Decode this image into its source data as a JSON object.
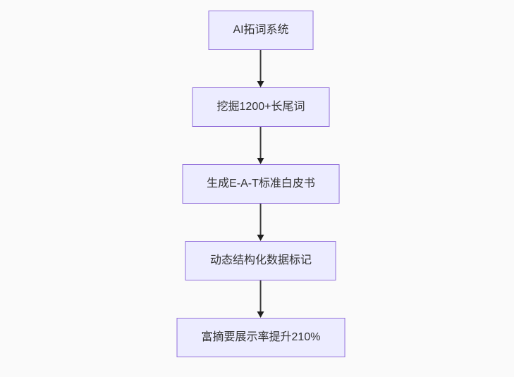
{
  "page": {
    "background_color": "#fafafa"
  },
  "diagram": {
    "type": "flowchart-top-down",
    "colors": {
      "node_fill": "#ECECFF",
      "node_border": "#9370DB",
      "node_text": "#333333",
      "arrow_line": "#3b3b3b",
      "arrow_head": "#1f1f1f"
    },
    "nodes": [
      {
        "label": "AI拓词系统"
      },
      {
        "label": "挖掘1200+长尾词"
      },
      {
        "label": "生成E-A-T标准白皮书"
      },
      {
        "label": "动态结构化数据标记"
      },
      {
        "label": "富摘要展示率提升210%"
      }
    ],
    "edges": [
      {
        "from": 0,
        "to": 1,
        "style": "arrow-down"
      },
      {
        "from": 1,
        "to": 2,
        "style": "arrow-down"
      },
      {
        "from": 2,
        "to": 3,
        "style": "arrow-down"
      },
      {
        "from": 3,
        "to": 4,
        "style": "arrow-down"
      }
    ]
  }
}
